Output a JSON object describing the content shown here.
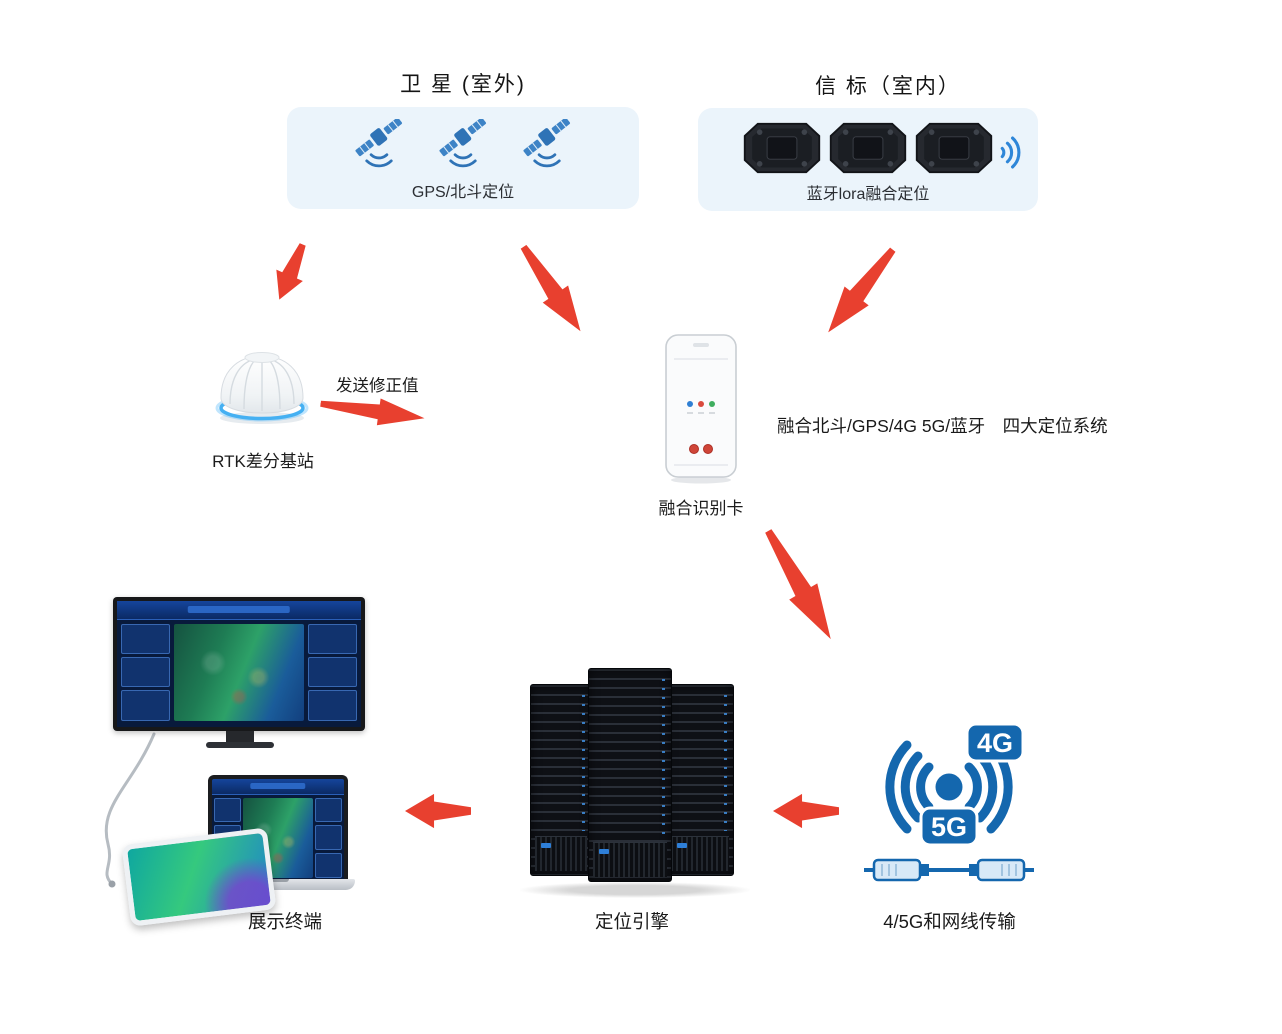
{
  "colors": {
    "panel_bg": "#ebf4fb",
    "accent_blue": "#1467ae",
    "satellite_blue": "#2f73b6",
    "arrow_red": "#e8402f"
  },
  "satellite_section": {
    "title": "卫 星 (室外)",
    "caption": "GPS/北斗定位",
    "icons": [
      "satellite-icon",
      "satellite-icon",
      "satellite-icon"
    ]
  },
  "beacon_section": {
    "title": "信 标（室内）",
    "caption": "蓝牙lora融合定位",
    "icons": [
      "beacon-icon",
      "beacon-icon",
      "beacon-icon",
      "signal-waves-icon"
    ]
  },
  "rtk_station": {
    "label": "RTK差分基站",
    "correction_arrow_label": "发送修正值",
    "icon": "rtk-dome-icon"
  },
  "fusion_card": {
    "label": "融合识别卡",
    "description": "融合北斗/GPS/4G 5G/蓝牙　四大定位系统",
    "icon": "fusion-card-icon"
  },
  "network": {
    "label": "4/5G和网线传输",
    "badge_4g": "4G",
    "badge_5g": "5G",
    "icon": "wireless-4g5g-icon"
  },
  "engine": {
    "label": "定位引擎",
    "icon": "server-rack-icon"
  },
  "terminal": {
    "label": "展示终端",
    "icons": [
      "monitor-icon",
      "laptop-icon",
      "tablet-icon"
    ]
  },
  "flows": [
    {
      "from": "satellite",
      "to": "rtk_station"
    },
    {
      "from": "satellite",
      "to": "fusion_card"
    },
    {
      "from": "beacon",
      "to": "fusion_card"
    },
    {
      "from": "rtk_station",
      "to": "fusion_card",
      "label": "发送修正值"
    },
    {
      "from": "fusion_card",
      "to": "network"
    },
    {
      "from": "network",
      "to": "engine"
    },
    {
      "from": "engine",
      "to": "terminal"
    }
  ]
}
